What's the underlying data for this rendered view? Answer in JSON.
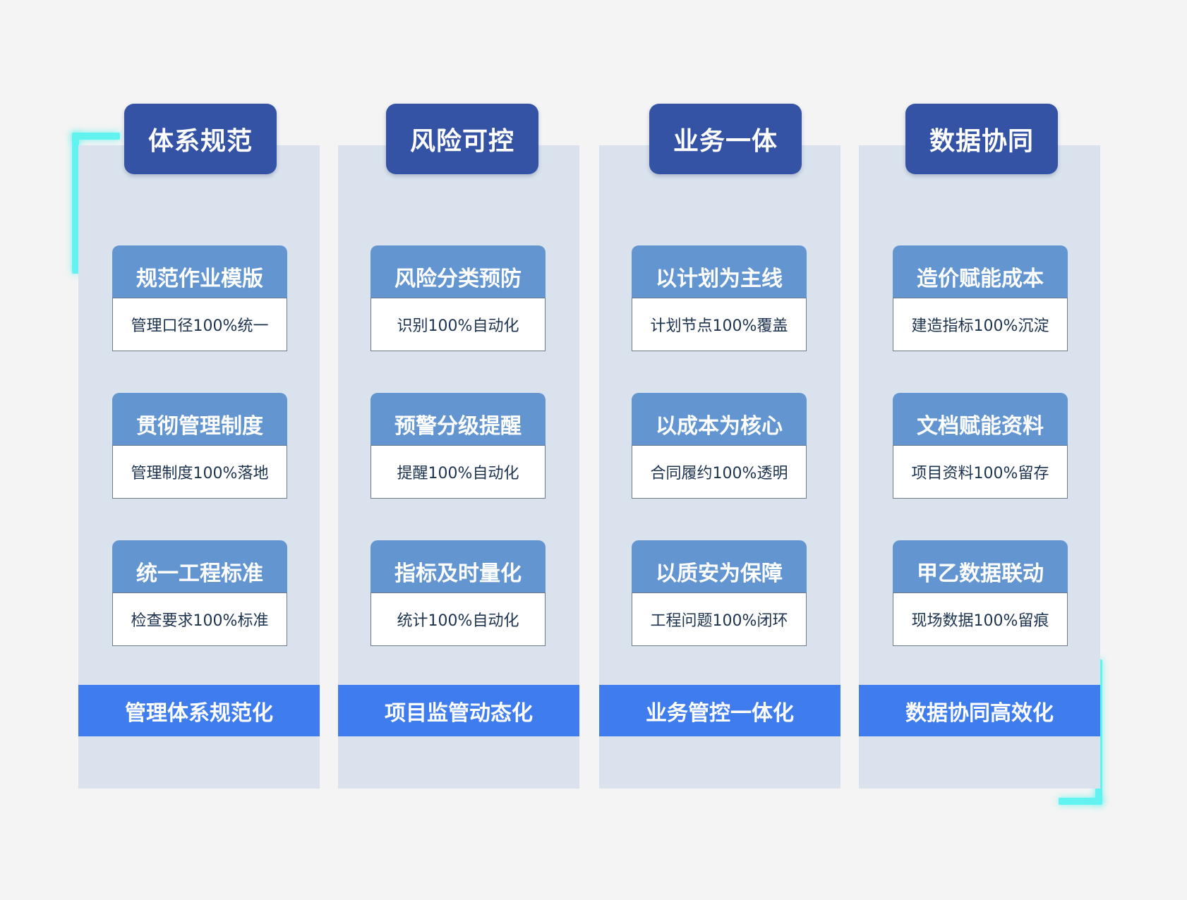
{
  "columns": [
    {
      "title": "体系规范",
      "cards": [
        {
          "head": "规范作业模版",
          "body": "管理口径100%统一"
        },
        {
          "head": "贯彻管理制度",
          "body": "管理制度100%落地"
        },
        {
          "head": "统一工程标准",
          "body": "检查要求100%标准"
        }
      ],
      "footer": "管理体系规范化"
    },
    {
      "title": "风险可控",
      "cards": [
        {
          "head": "风险分类预防",
          "body": "识别100%自动化"
        },
        {
          "head": "预警分级提醒",
          "body": "提醒100%自动化"
        },
        {
          "head": "指标及时量化",
          "body": "统计100%自动化"
        }
      ],
      "footer": "项目监管动态化"
    },
    {
      "title": "业务一体",
      "cards": [
        {
          "head": "以计划为主线",
          "body": "计划节点100%覆盖"
        },
        {
          "head": "以成本为核心",
          "body": "合同履约100%透明"
        },
        {
          "head": "以质安为保障",
          "body": "工程问题100%闭环"
        }
      ],
      "footer": "业务管控一体化"
    },
    {
      "title": "数据协同",
      "cards": [
        {
          "head": "造价赋能成本",
          "body": "建造指标100%沉淀"
        },
        {
          "head": "文档赋能资料",
          "body": "项目资料100%留存"
        },
        {
          "head": "甲乙数据联动",
          "body": "现场数据100%留痕"
        }
      ],
      "footer": "数据协同高效化"
    }
  ],
  "colors": {
    "background": "#f4f4f4",
    "column": "#dae3ed",
    "title": "#3553a5",
    "card_head": "#6396d1",
    "card_body_text": "#1c3350",
    "footer": "#3f7ced",
    "accent": "#62f3f0"
  }
}
